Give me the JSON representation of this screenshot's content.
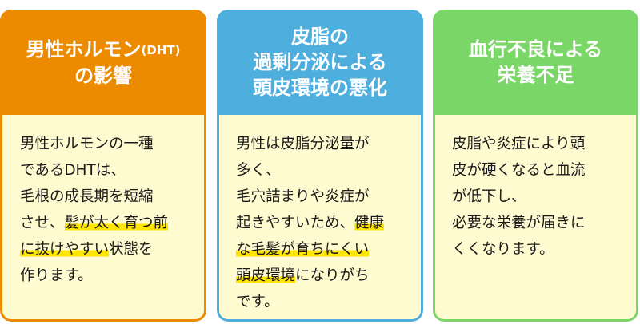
{
  "colors": {
    "orange": "#ec8a00",
    "blue": "#4eaedd",
    "green": "#7ad667",
    "body_bg": "#fffbd1",
    "highlight": "#ffe600"
  },
  "cards": [
    {
      "title_main": "男性ホルモン",
      "title_small": "(DHT)",
      "title_line2": "の影響",
      "lines": [
        [
          {
            "t": "男性ホルモンの一種",
            "hl": false
          }
        ],
        [
          {
            "t": "であるDHTは、",
            "hl": false
          }
        ],
        [
          {
            "t": "毛根の成長期を短縮",
            "hl": false
          }
        ],
        [
          {
            "t": "させ、",
            "hl": false
          },
          {
            "t": "髪が太く育つ前",
            "hl": true
          }
        ],
        [
          {
            "t": "に抜けやすい",
            "hl": true
          },
          {
            "t": "状態を",
            "hl": false
          }
        ],
        [
          {
            "t": "作ります。",
            "hl": false
          }
        ]
      ]
    },
    {
      "title_lines": [
        "皮脂の",
        "過剰分泌による",
        "頭皮環境の悪化"
      ],
      "lines": [
        [
          {
            "t": "男性は皮脂分泌量が",
            "hl": false
          }
        ],
        [
          {
            "t": "多く、",
            "hl": false
          }
        ],
        [
          {
            "t": "毛穴詰まりや炎症が",
            "hl": false
          }
        ],
        [
          {
            "t": "起きやすいため、",
            "hl": false
          },
          {
            "t": "健康",
            "hl": true
          }
        ],
        [
          {
            "t": "な毛髪が育ちにくい",
            "hl": true
          }
        ],
        [
          {
            "t": "頭皮環境",
            "hl": true
          },
          {
            "t": "になりがち",
            "hl": false
          }
        ],
        [
          {
            "t": "です。",
            "hl": false
          }
        ]
      ]
    },
    {
      "title_lines": [
        "血行不良による",
        "栄養不足"
      ],
      "lines": [
        [
          {
            "t": "皮脂や炎症により頭",
            "hl": false
          }
        ],
        [
          {
            "t": "皮が硬くなると血流",
            "hl": false
          }
        ],
        [
          {
            "t": "が低下し、",
            "hl": false
          }
        ],
        [
          {
            "t": "必要な栄養が届きに",
            "hl": false
          }
        ],
        [
          {
            "t": "くくなります。",
            "hl": false
          }
        ]
      ]
    }
  ]
}
